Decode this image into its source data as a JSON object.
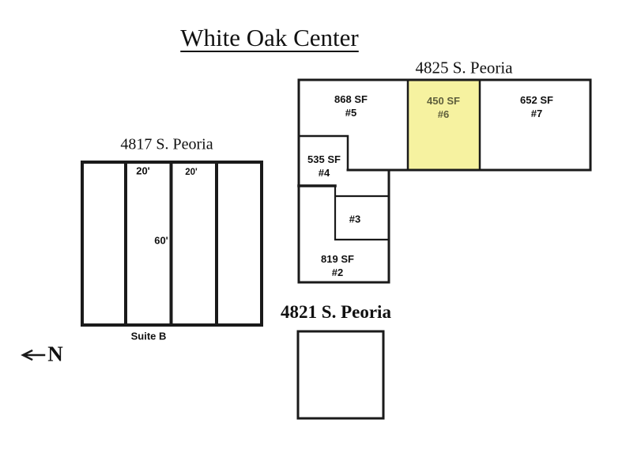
{
  "title": "White Oak Center",
  "buildings": {
    "b4825": {
      "address": "4825 S. Peoria",
      "units": {
        "u5": {
          "sf": "868 SF",
          "num": "#5"
        },
        "u6": {
          "sf": "450 SF",
          "num": "#6",
          "highlighted": true
        },
        "u7": {
          "sf": "652 SF",
          "num": "#7"
        },
        "u4": {
          "sf": "535 SF",
          "num": "#4"
        },
        "u3": {
          "num": "#3"
        },
        "u2": {
          "sf": "819 SF",
          "num": "#2"
        }
      }
    },
    "b4817": {
      "address": "4817 S. Peoria",
      "dim_width_1": "20'",
      "dim_width_2": "20'",
      "dim_depth": "60'",
      "suite_label": "Suite B"
    },
    "b4821": {
      "address": "4821 S. Peoria"
    }
  },
  "compass": {
    "label": "N",
    "direction": "left"
  },
  "colors": {
    "highlight_fill": "#F6F2A0",
    "highlight_text": "#5E5E3C",
    "line": "#1A1A1A"
  }
}
